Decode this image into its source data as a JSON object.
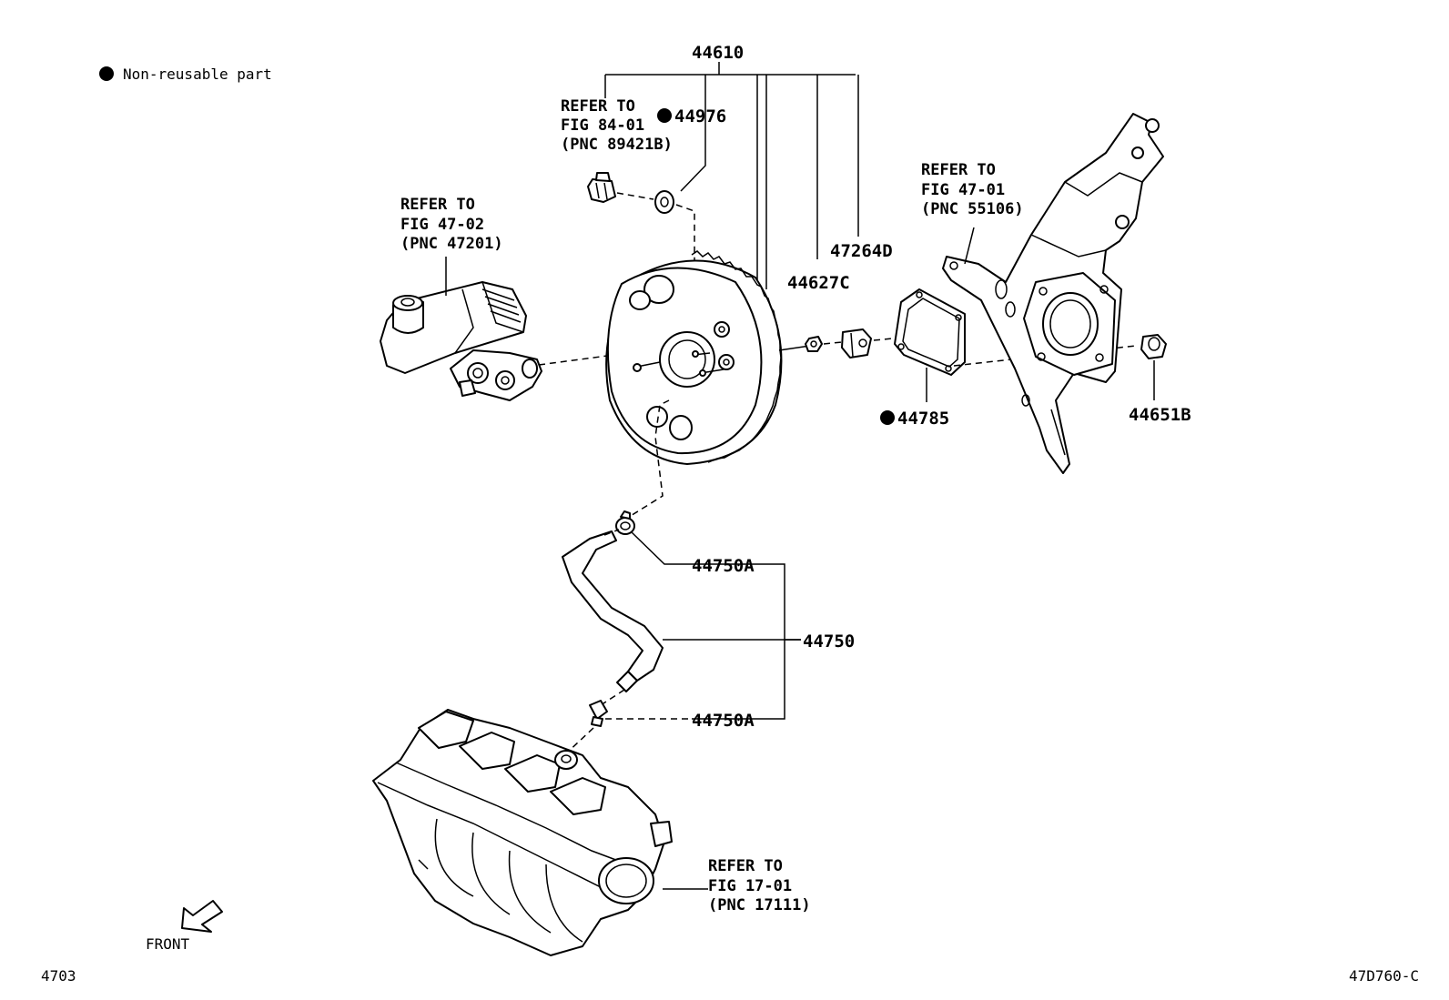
{
  "legend": {
    "marker": "●",
    "text": "Non-reusable part"
  },
  "footer": {
    "left_code": "4703",
    "right_code": "47D760-C"
  },
  "front_label": "FRONT",
  "parts": {
    "booster_assy": "44610",
    "gasket_clevis": "44976",
    "nut_brake_booster": "44627C",
    "clevis": "47264D",
    "booster_gasket": "44785",
    "nut_dash": "44651B",
    "hose_clip_upper": "44750A",
    "hose_assy": "44750",
    "hose_clip_lower": "44750A"
  },
  "refs": {
    "vacuum_sensor": [
      "REFER TO",
      "FIG 84-01",
      "(PNC 89421B)"
    ],
    "master_cylinder": [
      "REFER TO",
      "FIG 47-02",
      "(PNC 47201)"
    ],
    "pedal_bracket": [
      "REFER TO",
      "FIG 47-01",
      "(PNC 55106)"
    ],
    "intake_manifold": [
      "REFER TO",
      "FIG 17-01",
      "(PNC 17111)"
    ]
  }
}
